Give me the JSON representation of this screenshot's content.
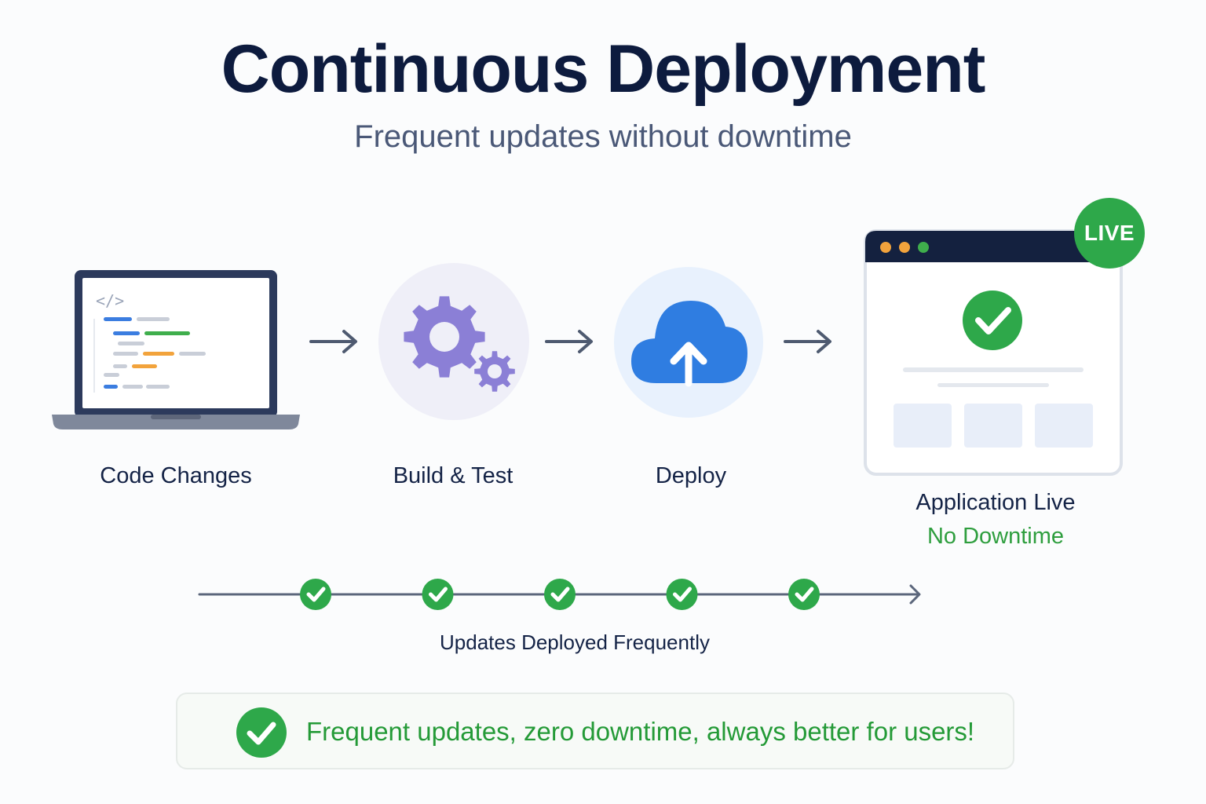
{
  "header": {
    "title": "Continuous Deployment",
    "subtitle": "Frequent updates without downtime"
  },
  "steps": [
    {
      "label": "Code Changes",
      "icon": "laptop-code-icon"
    },
    {
      "label": "Build & Test",
      "icon": "gears-icon"
    },
    {
      "label": "Deploy",
      "icon": "cloud-upload-icon"
    },
    {
      "label": "Application Live",
      "icon": "browser-window-icon",
      "status": "No Downtime",
      "badge": "LIVE"
    }
  ],
  "timeline": {
    "label": "Updates Deployed Frequently",
    "checkpoints": 5
  },
  "banner": {
    "text": "Frequent updates, zero downtime, always better for users!"
  },
  "colors": {
    "title": "#0d1b3e",
    "accent_green": "#2ea84a",
    "gear_purple": "#8b7fd6",
    "cloud_blue": "#2f7de1",
    "window_navy": "#14213f"
  }
}
